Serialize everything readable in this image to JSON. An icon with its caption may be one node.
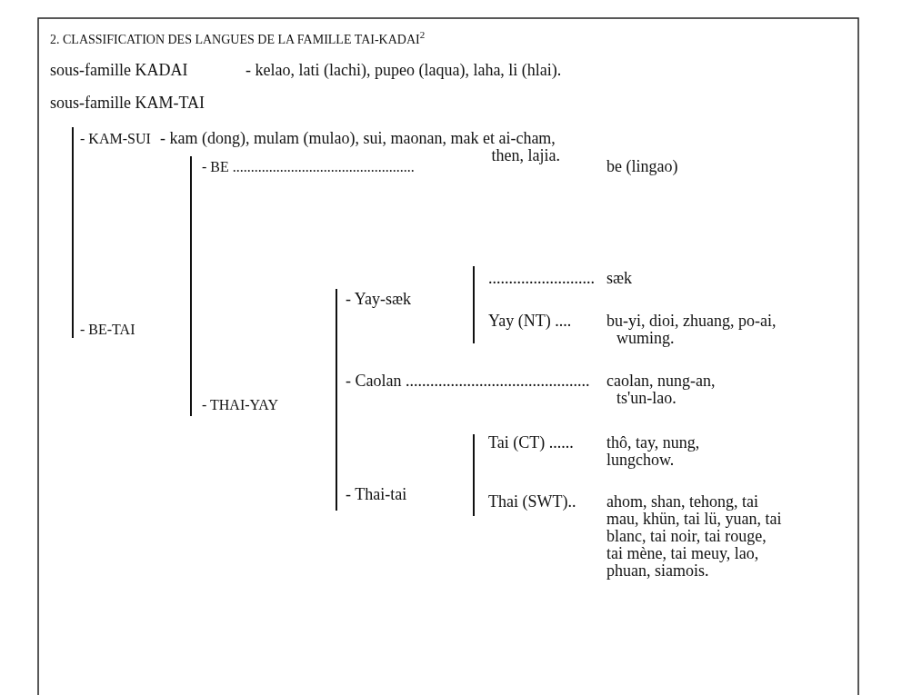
{
  "diagram": {
    "title": "2. CLASSIFICATION DES LANGUES DE LA FAMILLE TAI-KADAI$^{2}$",
    "labels": [
      "sous-famille KADAI",
      "- kelao, lati (lachi), pupeo (laqua), laha, li (hlai).",
      "sous-famille KAM-TAI",
      "- KAM-SUI",
      "- kam (dong), mulam (mulao), sui, maonan, mak et ai-cham, then, lajia.",
      "- BE ..................................................",
      "be (lingao)",
      "..........................",
      "sæk",
      "- Yay-sæk",
      "Yay (NT) ....",
      "bu-yi, dioi, zhuang, po-ai, wuming.",
      "- BE-TAI",
      "- Caolan .............................................",
      "caolan, nung-an, ts'un-lao.",
      "- THAI-YAY",
      "Tai (CT) ......",
      "thô, tay, nung, lungchow.",
      "- Thai-tai",
      "Thai (SWT)..",
      "ahom, shan, tehong, tai mau, khün, tai lü, yuan, tai blanc, tai noir, tai rouge, tai mène, tai meuy, lao, phuan, siamois."
    ]
  }
}
